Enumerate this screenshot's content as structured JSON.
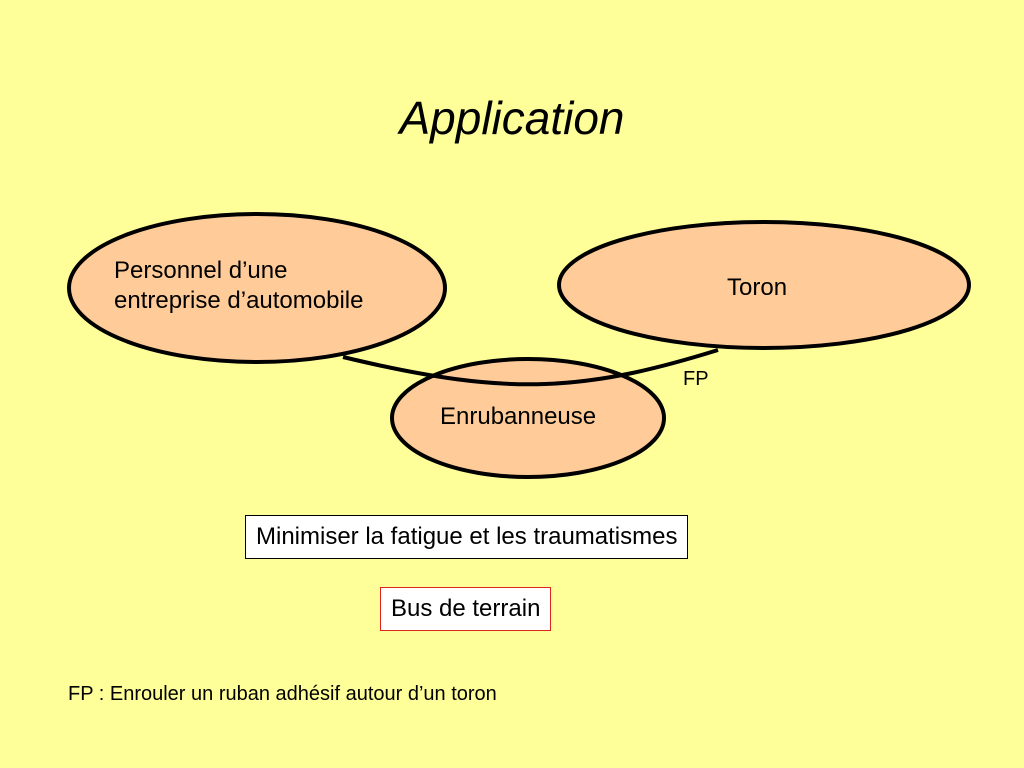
{
  "title": "Application",
  "nodes": {
    "personnel": {
      "line1": "Personnel d’une",
      "line2": "entreprise d’automobile"
    },
    "toron": "Toron",
    "enrubanneuse": "Enrubanneuse"
  },
  "fp_label": "FP",
  "constraint_box": "Minimiser la fatigue et les traumatismes",
  "bus_box": "Bus de terrain",
  "footnote": "FP : Enrouler un ruban adhésif autour d’un toron",
  "colors": {
    "background": "#FFFF99",
    "ellipse_fill": "#FFCC99",
    "outline": "#000000",
    "bus_border": "#E0261A"
  }
}
